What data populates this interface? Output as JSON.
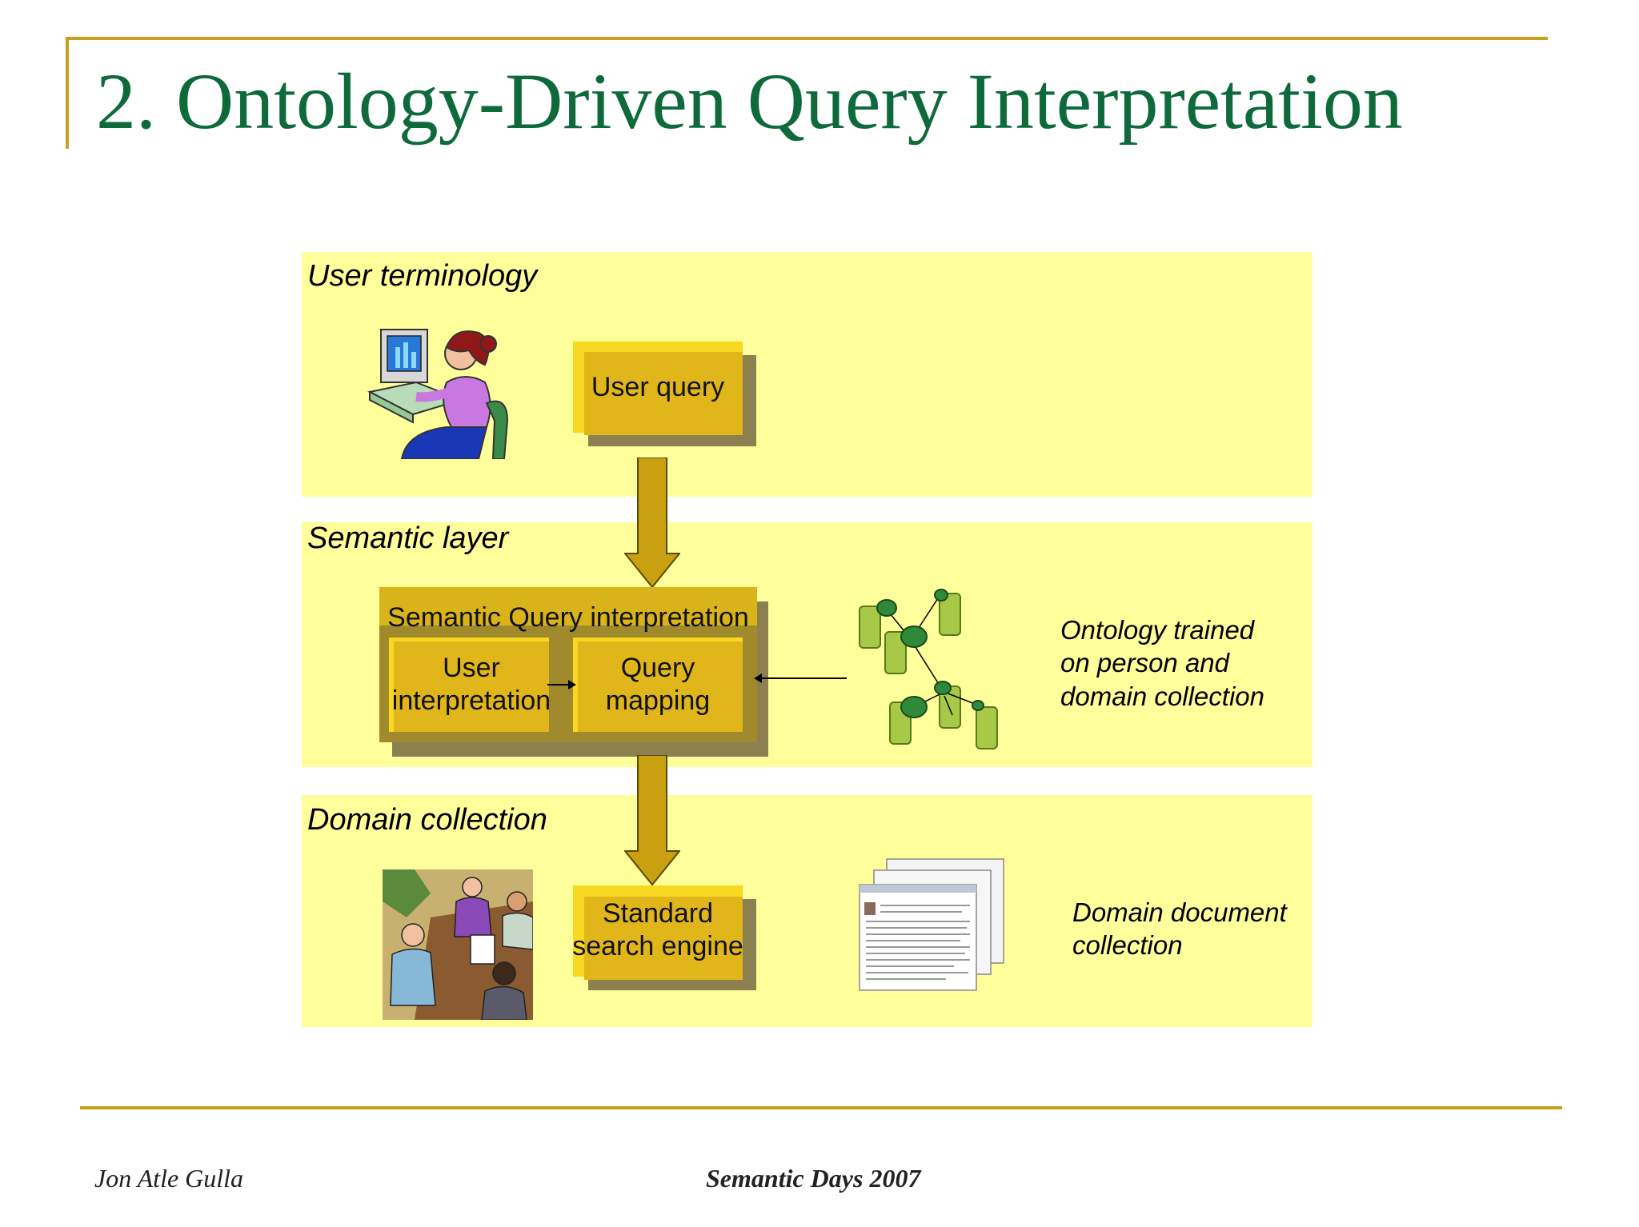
{
  "slide": {
    "title": "2. Ontology-Driven Query Interpretation",
    "footer_left": "Jon Atle Gulla",
    "footer_center": "Semantic Days 2007"
  },
  "layers": {
    "user": {
      "label": "User terminology",
      "box": "User query"
    },
    "semantic": {
      "label": "Semantic layer",
      "container": "Semantic Query interpretation",
      "box_left": "User\ninterpretation",
      "box_right": "Query\nmapping",
      "note": "Ontology trained\non person and\ndomain collection"
    },
    "domain": {
      "label": "Domain collection",
      "box": "Standard\nsearch engine",
      "note": "Domain document\ncollection"
    }
  },
  "icons": {
    "user_clipart": "person-at-computer-icon",
    "meeting_clipart": "meeting-people-icon",
    "ontology_graph": "ontology-graph-icon",
    "documents": "document-stack-icon"
  },
  "colors": {
    "title": "#0e6a3a",
    "rule": "#c8a020",
    "band": "#fefe9a",
    "box": "#e0b61a",
    "arrow": "#c8a010"
  }
}
